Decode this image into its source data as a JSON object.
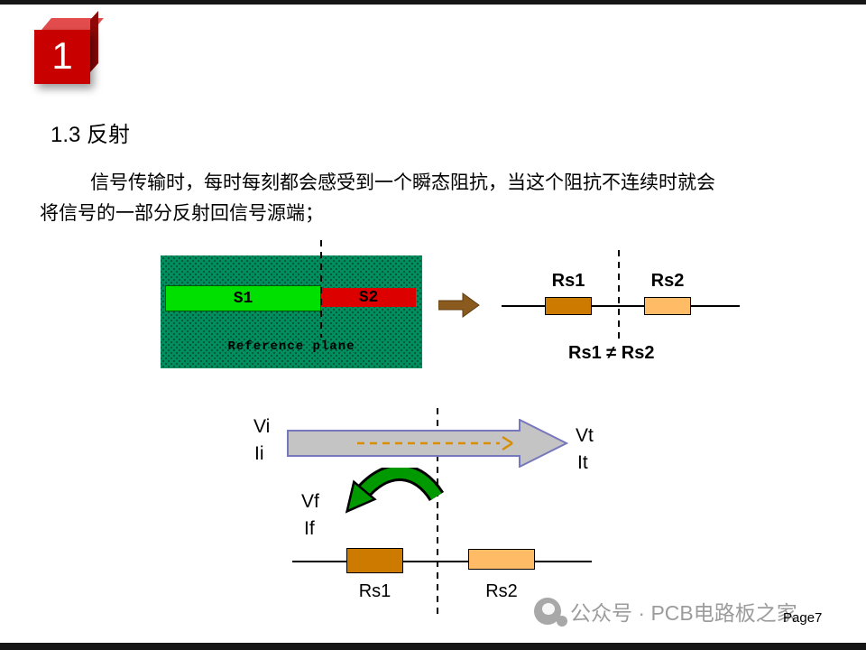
{
  "page": {
    "badge_number": "1",
    "title": "1.3 反射",
    "body_line1": "信号传输时，每时每刻都会感受到一个瞬态阻抗，当这个阻抗不连续时就会",
    "body_line2": "将信号的一部分反射回信号源端；",
    "watermark_text": "公众号 · PCB电路板之家",
    "page_label": "Page7"
  },
  "impedance_diagram": {
    "s1_label": "S1",
    "s2_label": "S2",
    "reference_plane_label": "Reference plane",
    "rs1_label": "Rs1",
    "rs2_label": "Rs2",
    "inequality_label": "Rs1 ≠ Rs2"
  },
  "reflection_diagram": {
    "vi_label": "Vi",
    "ii_label": "Ii",
    "vt_label": "Vt",
    "it_label": "It",
    "vf_label": "Vf",
    "if_label": "If",
    "rs1_label": "Rs1",
    "rs2_label": "Rs2"
  },
  "icons": {
    "watermark_icon": "wechat-official-account",
    "forward_arrow": "right-block-arrow",
    "incident_arrow": "gray-right-block-arrow",
    "reflected_arrow": "green-u-turn-arrow"
  },
  "colors": {
    "badge_red": "#c80000",
    "pcb_green": "#009060",
    "s1_green": "#00e000",
    "s2_red": "#dd0000",
    "rs1_orange": "#cc7a00",
    "rs2_light_orange": "#ffbb66",
    "arrow_brown": "#8a5a1e",
    "arrow_gray": "#c4c4c4",
    "arrow_outline_blue": "#7777bb",
    "dashed_orange": "#d98e00",
    "uturn_green": "#009900",
    "watermark_gray": "#9c9c9c"
  }
}
